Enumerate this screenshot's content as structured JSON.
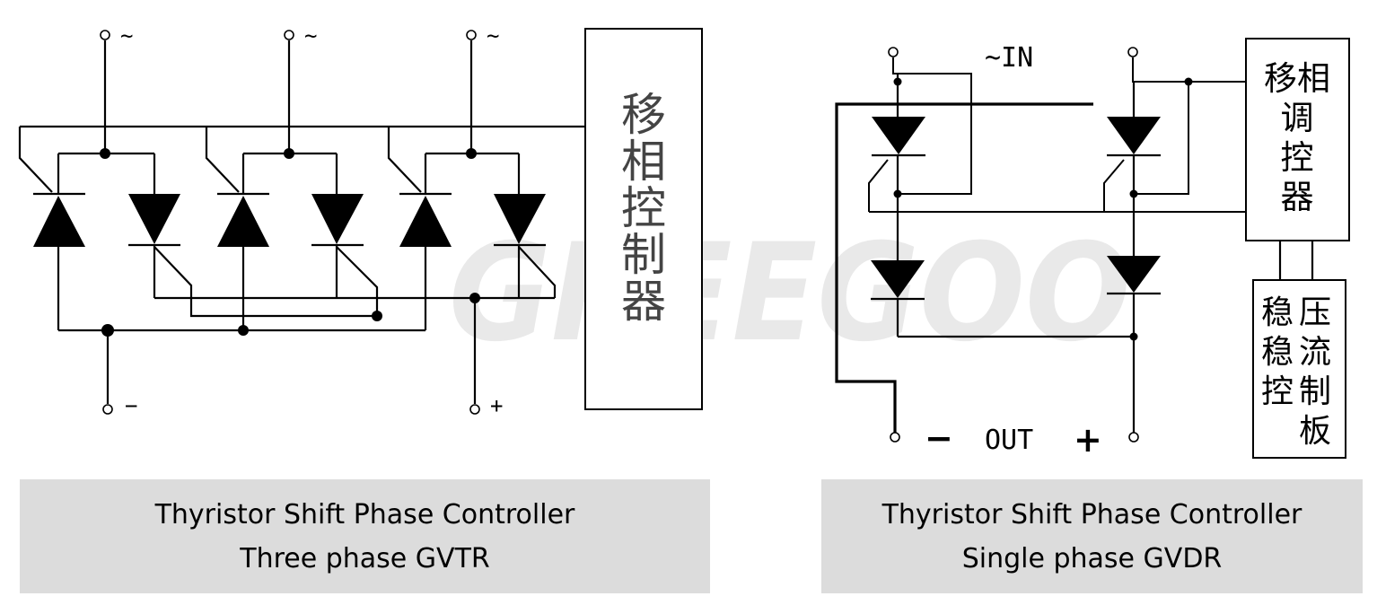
{
  "watermark": "GREEGOO",
  "left_diagram": {
    "ac_symbol": "~",
    "minus_label": "−",
    "plus_label": "+",
    "controller_text": "移相控制器"
  },
  "right_diagram": {
    "input_label": "~IN",
    "minus_label": "−",
    "output_label": "OUT",
    "plus_label": "+",
    "controller_text": "移相调控器",
    "regulator_col1": "稳稳控",
    "regulator_col2": "压流制板"
  },
  "captions": {
    "left_line1": "Thyristor Shift Phase Controller",
    "left_line2": "Three phase GVTR",
    "right_line1": "Thyristor Shift Phase Controller",
    "right_line2": "Single phase GVDR"
  }
}
